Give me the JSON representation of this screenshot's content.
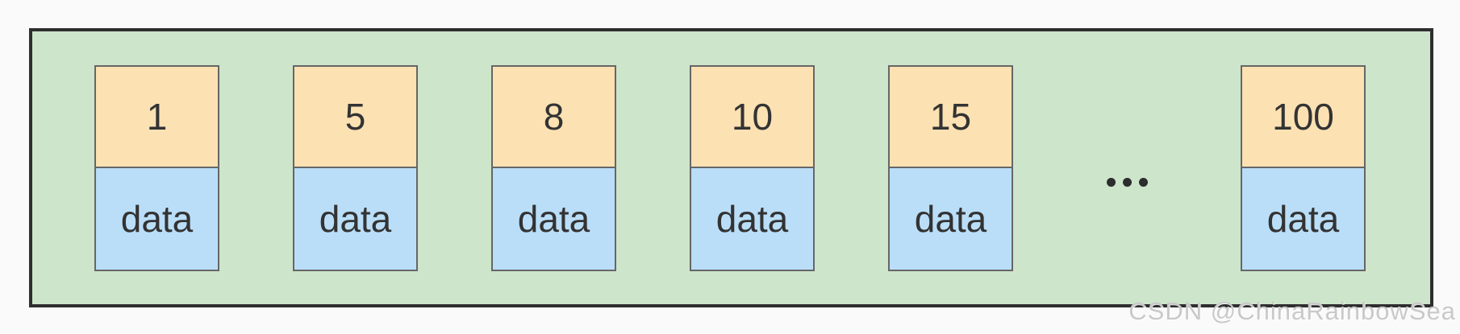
{
  "diagram": {
    "description": "array of index/data cells inside a container",
    "cells": [
      {
        "index": "1",
        "value": "data"
      },
      {
        "index": "5",
        "value": "data"
      },
      {
        "index": "8",
        "value": "data"
      },
      {
        "index": "10",
        "value": "data"
      },
      {
        "index": "15",
        "value": "data"
      },
      {
        "index": "100",
        "value": "data"
      }
    ],
    "ellipsis": {
      "present": true,
      "after_cell_number": 5,
      "dots": 3
    }
  },
  "watermark": {
    "text": "CSDN @ChinaRainbowSea"
  },
  "colors": {
    "bg-color": "#fafafa",
    "container-fill": "#cde5ca",
    "container-border": "#2e2e2e",
    "index-fill": "#fce1b3",
    "data-fill": "#badef8",
    "cell-border": "#666666",
    "text-color": "#333333",
    "dots-color": "#2d2d2d",
    "watermark-color": "#c9c9c9"
  }
}
